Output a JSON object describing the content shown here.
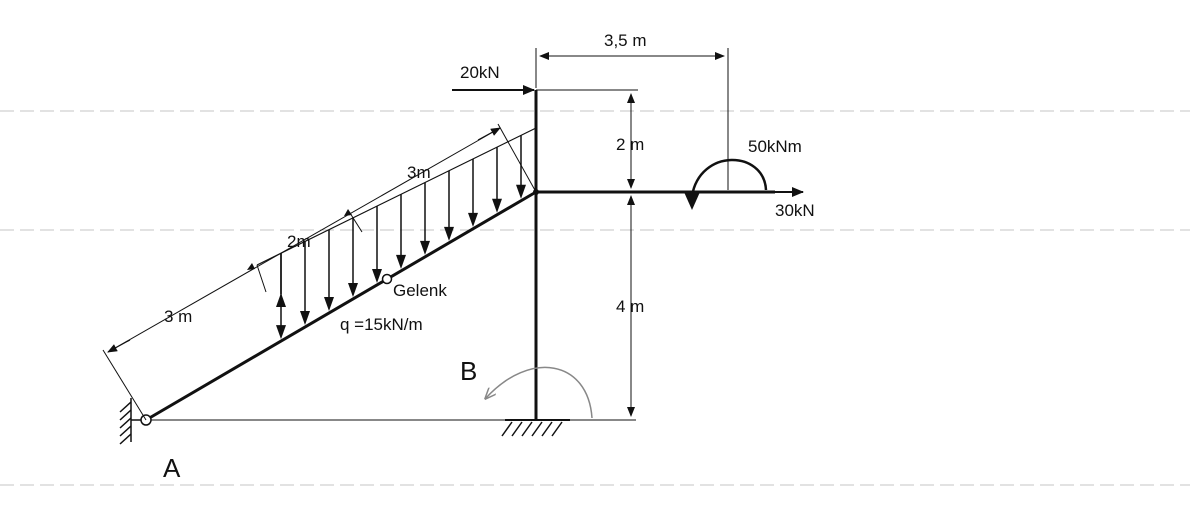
{
  "labels": {
    "dim_top": "3,5 m",
    "force_top": "20kN",
    "dim_2m_right": "2 m",
    "moment": "50kNm",
    "force_right": "30kN",
    "dim_4m": "4 m",
    "dim_3m_upper": "3m",
    "dim_2m_left": "2m",
    "dim_3m_left": "3 m",
    "hinge": "Gelenk",
    "load": "q =15kN/m",
    "support_a": "A",
    "support_b": "B"
  },
  "colors": {
    "paper": "#ffffff",
    "ink": "#111111",
    "rule": "#b8b8b8"
  }
}
